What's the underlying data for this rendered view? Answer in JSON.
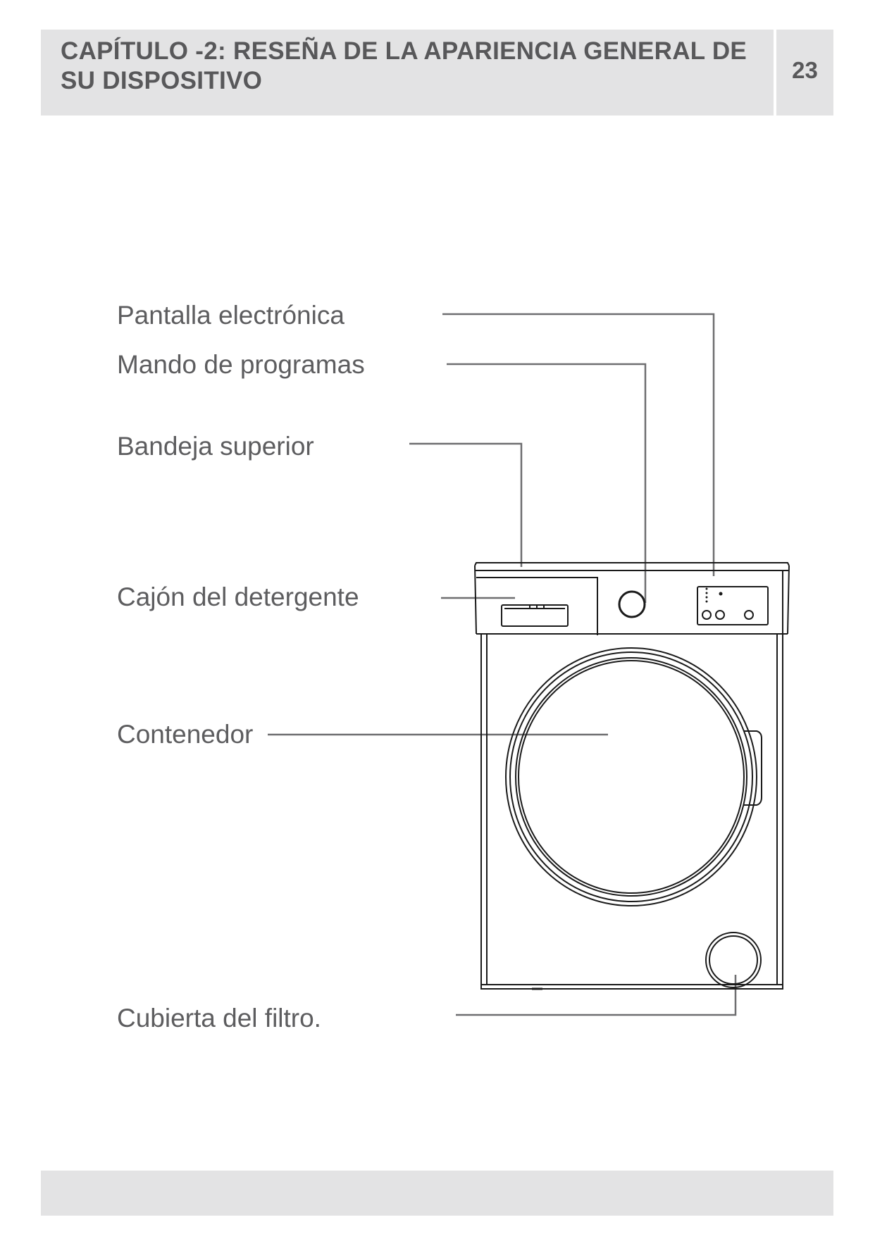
{
  "header": {
    "title": "CAPÍTULO -2:  RESEÑA DE LA APARIENCIA GENERAL DE SU DISPOSITIVO",
    "page_number": "23"
  },
  "diagram": {
    "labels": {
      "display": "Pantalla electrónica",
      "program_knob": "Mando de programas",
      "top_tray": "Bandeja superior",
      "detergent_drawer": "Cajón del detergente",
      "container": "Contenedor",
      "filter_cover": "Cubierta del filtro."
    }
  },
  "colors": {
    "header_bg": "#e3e3e4",
    "text": "#5d5d5f",
    "leader_line": "#6e6e70",
    "appliance_line": "#1a1a1a"
  }
}
